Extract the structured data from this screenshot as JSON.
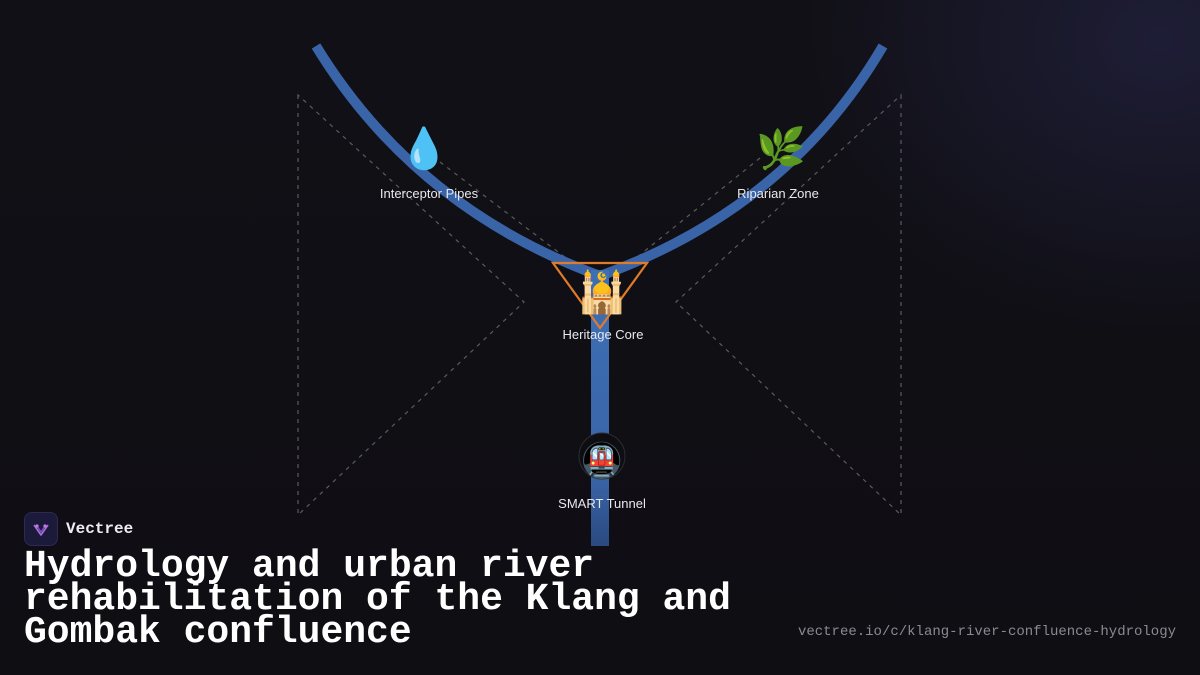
{
  "diagram": {
    "nodes": [
      {
        "id": "interceptor",
        "label": "Interceptor Pipes",
        "icon": "water-drop-icon",
        "glyph": "💧"
      },
      {
        "id": "riparian",
        "label": "Riparian Zone",
        "icon": "leaf-icon",
        "glyph": "🌿"
      },
      {
        "id": "heritage",
        "label": "Heritage Core",
        "icon": "mosque-icon",
        "glyph": "🕌"
      },
      {
        "id": "smart",
        "label": "SMART Tunnel",
        "icon": "metro-train-icon",
        "glyph": "🚇"
      }
    ],
    "colors": {
      "river": "#3a64a8",
      "river_stem": "#3d6fb5",
      "heritage_outline": "#e07b2a",
      "dashed": "#5a5a62"
    }
  },
  "brand": {
    "name": "Vectree",
    "logo_icon": "vectree-logo-icon"
  },
  "title": "Hydrology and urban river rehabilitation of the Klang and Gombak confluence",
  "url": "vectree.io/c/klang-river-confluence-hydrology"
}
